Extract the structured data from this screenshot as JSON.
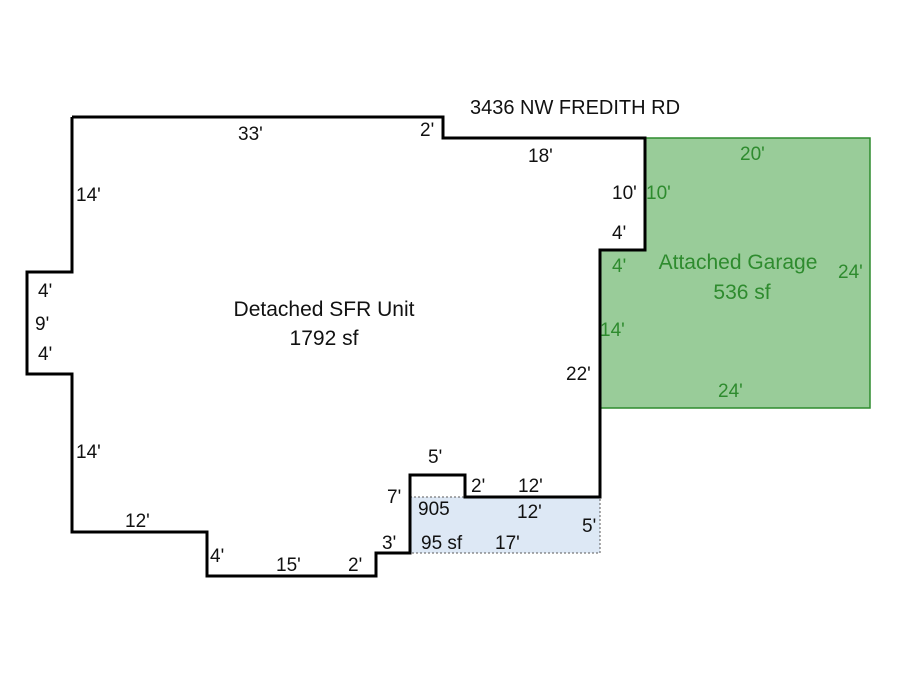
{
  "address": "3436 NW FREDITH RD",
  "colors": {
    "outline": "#000000",
    "garage_fill": "#99cc99",
    "garage_stroke": "#2e8b2e",
    "garage_text": "#2e8b2e",
    "porch_fill": "#dde8f5",
    "porch_stroke": "#5a5a5a",
    "text": "#111111"
  },
  "house": {
    "name": "Detached SFR Unit",
    "area": "1792 sf",
    "dims": {
      "top_left": "33'",
      "top_step": "2'",
      "top_right": "18'",
      "left_upper": "14'",
      "bump_top": "4'",
      "bump_side": "9'",
      "bump_bottom": "4'",
      "left_lower": "14'",
      "bottom_left": "12'",
      "bottom_step_down": "4'",
      "bottom_mid": "15'",
      "bottom_step": "2'",
      "porch_left_low": "3'",
      "porch_left_high": "7'",
      "notch_top": "5'",
      "notch_step": "2'",
      "notch_right": "12'",
      "right_upper": "10'",
      "right_jog": "4'",
      "right_lower": "22'"
    }
  },
  "garage": {
    "name": "Attached Garage",
    "area": "536 sf",
    "dims": {
      "top": "20'",
      "left_upper": "10'",
      "jog": "4'",
      "right": "24'",
      "left_lower": "14'",
      "bottom": "24'"
    }
  },
  "porch": {
    "code": "905",
    "area": "95 sf",
    "dims": {
      "top": "12'",
      "bottom": "17'",
      "right": "5'"
    }
  }
}
